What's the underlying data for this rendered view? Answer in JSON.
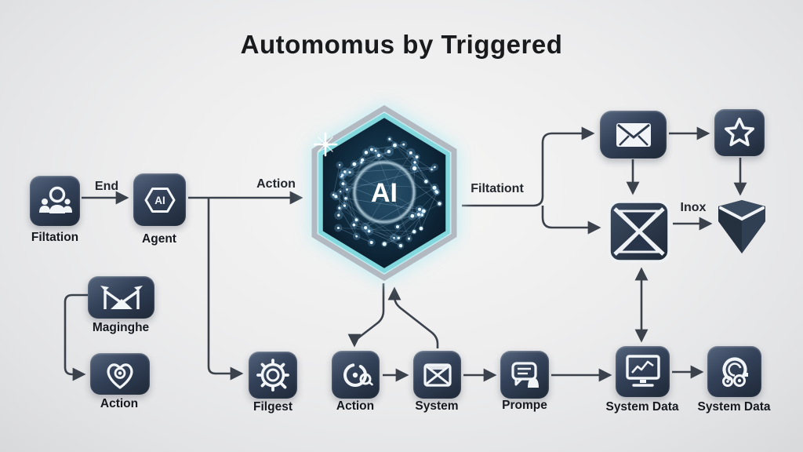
{
  "title": "Automomus by Triggered",
  "nodes": {
    "filtration": {
      "label": "Filtation"
    },
    "agent": {
      "label": "Agent",
      "icon_text": "AI"
    },
    "ai_core": {
      "text": "AI"
    },
    "maginghe": {
      "label": "Maginghe"
    },
    "action_left": {
      "label": "Action"
    },
    "filgest": {
      "label": "Filgest"
    },
    "action_mid": {
      "label": "Action"
    },
    "system": {
      "label": "System"
    },
    "prompe": {
      "label": "Prompe"
    },
    "system_data_monitor": {
      "label": "System Data"
    },
    "system_data_gear": {
      "label": "System Data"
    }
  },
  "edges": {
    "end": "End",
    "action": "Action",
    "filtationt": "Filtationt",
    "inox": "Inox"
  },
  "icons": {
    "filtration": "people-group-icon",
    "agent": "ai-hexagon-icon",
    "ai_hub": "ai-network-hexagon-icon",
    "mail": "envelope-icon",
    "star": "star-icon",
    "xenvelope": "envelope-x-icon",
    "shield": "shield-3d-icon",
    "maginghe": "m-envelope-icon",
    "action_left": "heart-pin-icon",
    "filgest": "gear-magnifier-icon",
    "action_mid": "gear-circle-icon",
    "system": "envelope-cross-icon",
    "prompe": "chat-bubble-lock-icon",
    "system_data_monitor": "monitor-chart-icon",
    "system_data_gear": "circle-gears-icon"
  },
  "colors": {
    "background": "#ebebec",
    "node_bg_dark": "#2e3c50",
    "accent_teal": "#7fd8dc",
    "arrow": "#3b424c",
    "icon": "#f2f5f7",
    "core_bg": "#0d2133",
    "title_text": "#191a1c"
  }
}
